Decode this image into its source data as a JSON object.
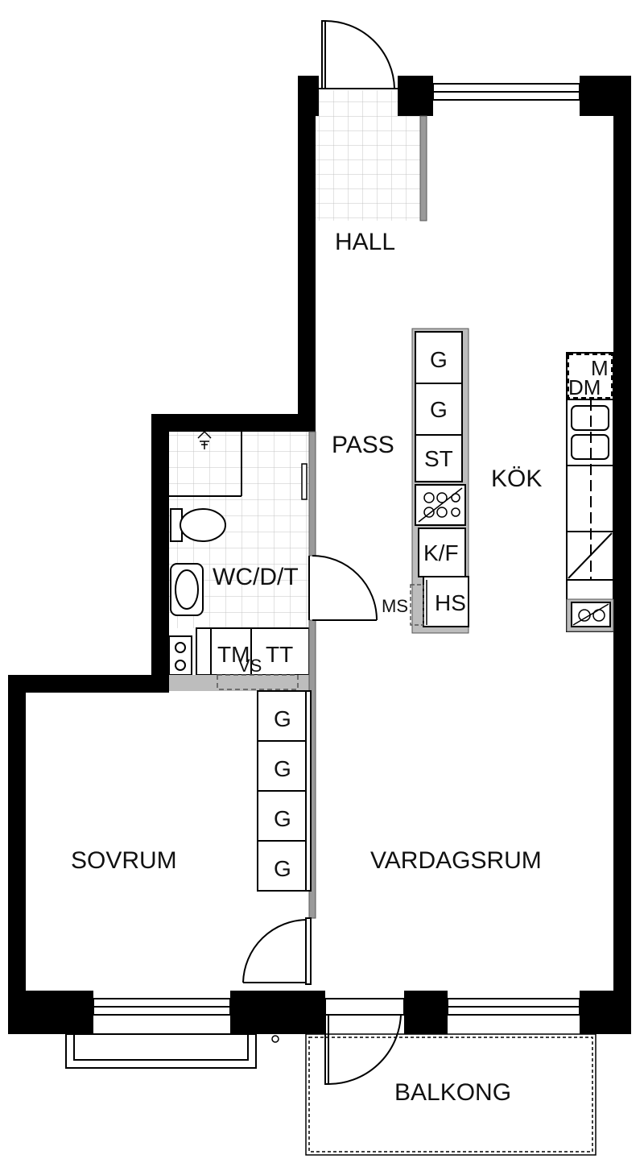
{
  "rooms": {
    "hall": "HALL",
    "pass": "PASS",
    "kok": "KÖK",
    "bathroom": "WC/D/T",
    "sovrum": "SOVRUM",
    "vardagsrum": "VARDAGSRUM",
    "balkong": "BALKONG"
  },
  "fixtures": {
    "island_upper": [
      "G",
      "G",
      "ST"
    ],
    "fridge": "K/F",
    "freezer": "HS",
    "microwave_shelf": "MS",
    "dishwasher": "DM",
    "microwave": "M",
    "washing_machine": "TM",
    "dryer": "TT",
    "water_heater": "VS",
    "wardrobes": [
      "G",
      "G",
      "G",
      "G"
    ]
  },
  "colors": {
    "wall": "#000000",
    "partition": "#9a9a9a",
    "fixture_outline": "#222222",
    "tile": "#bdbdbd"
  }
}
